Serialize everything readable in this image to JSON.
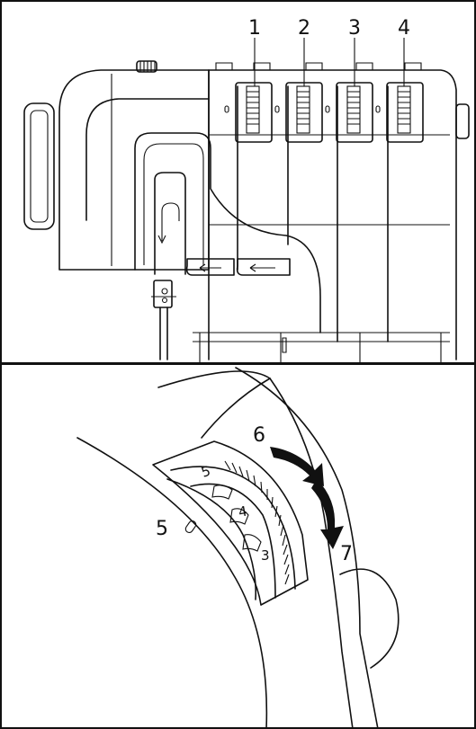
{
  "top_panel": {
    "dial_callouts": [
      "1",
      "2",
      "3",
      "4"
    ]
  },
  "bottom_panel": {
    "dial_scale": [
      "5",
      "4",
      "3"
    ],
    "marker_label": "5",
    "direction_labels": {
      "increase": "6",
      "decrease": "7"
    }
  },
  "colors": {
    "line": "#111111",
    "background": "#ffffff"
  }
}
